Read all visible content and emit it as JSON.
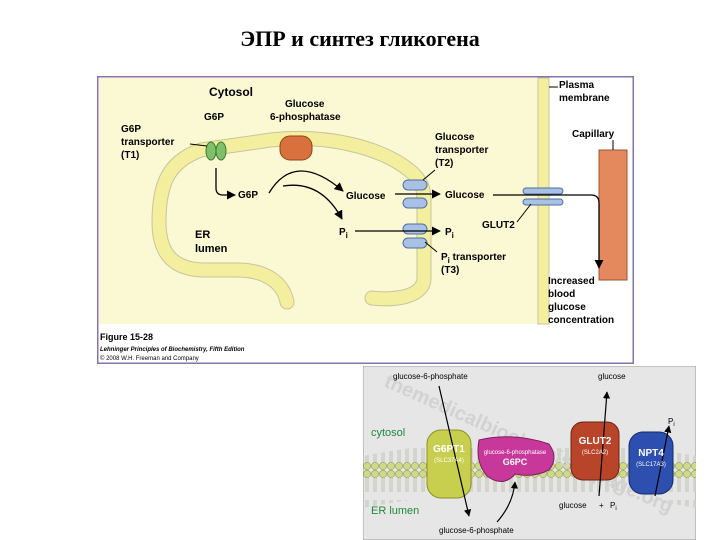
{
  "slide": {
    "title": "ЭПР и синтез гликогена"
  },
  "figure_top": {
    "labels": {
      "cytosol": "Cytosol",
      "plasma_membrane": [
        "Plasma",
        "membrane"
      ],
      "g6p": "G6P",
      "glucose_6_phosphatase": [
        "Glucose",
        "6-phosphatase"
      ],
      "g6p_transporter": [
        "G6P",
        "transporter",
        "(T1)"
      ],
      "glucose_transporter": [
        "Glucose",
        "transporter",
        "(T2)"
      ],
      "capillary": "Capillary",
      "g6p_inner": "G6P",
      "glucose_er": "Glucose",
      "glucose_out": "Glucose",
      "glut2": "GLUT2",
      "er_lumen": [
        "ER",
        "lumen"
      ],
      "pi_left": "P",
      "pi_right": "P",
      "pi_sub": "i",
      "pi_transporter_main": "P",
      "pi_transporter_rest": " transporter",
      "t3": "(T3)",
      "increased": [
        "Increased",
        "blood",
        "glucose",
        "concentration"
      ]
    },
    "caption": {
      "figure": "Figure 15-28",
      "book": "Lehninger Principles of Biochemistry, Fifth Edition",
      "copyright": "© 2008 W.H. Freeman and Company"
    },
    "colors": {
      "cytosol_bg": "#fbf8d4",
      "membrane": "#f3ef9f",
      "frame": "#8a73a8",
      "capillary": "#e4895e",
      "transporter_blue": "#a9c1e5",
      "t1_green": "#7fc16b",
      "enzyme": "#d9713e"
    }
  },
  "figure_bottom": {
    "labels": {
      "g6p_top": "glucose-6-phosphate",
      "glucose_top": "glucose",
      "pi_top": "P",
      "pi_sub": "i",
      "cytosol": "cytosol",
      "er_lumen": "ER lumen",
      "g6pt1": "G6PT1",
      "g6pt1_gene": "(SLC37A4)",
      "enzyme_name": "glucose-6-phosphatase",
      "enzyme_abbr": "G6PC",
      "glut2": "GLUT2",
      "glut2_gene": "(SLC2A2)",
      "npt4": "NPT4",
      "npt4_gene": "(SLC17A3)",
      "g6p_bottom": "glucose-6-phosphate",
      "glucose_bottom": "glucose",
      "plus": "+",
      "pi_bottom": "P",
      "watermark": "themedicalbiochemistrypage.org"
    },
    "colors": {
      "background": "#e6e6e6",
      "membrane_head": "#cfd98a",
      "g6pt1": "#c8cf4e",
      "enzyme": "#c8379a",
      "glut2": "#b8442a",
      "npt4": "#2c4fb0",
      "cytosol_text": "#1f8a3a"
    }
  }
}
